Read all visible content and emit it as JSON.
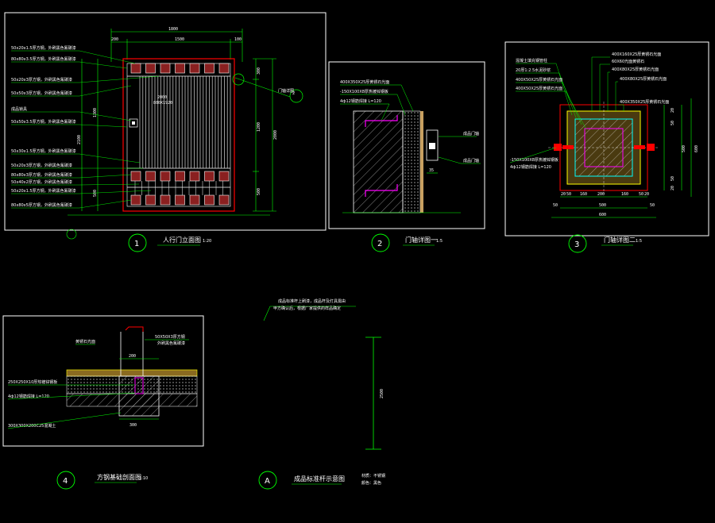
{
  "colors": {
    "background": "#000000",
    "frame": "#ffffff",
    "dimension": "#00ff00",
    "leader": "#00ff00",
    "cut": "#ff0000",
    "hatch": "#ffffff",
    "wood": "#c8a060",
    "yellow": "#ffff00",
    "cyan": "#00ffff",
    "magenta": "#ff00ff"
  },
  "drawing1": {
    "title": "人行门立面图",
    "number": "1",
    "scale": "1:20",
    "dims_top": [
      "1800",
      "200",
      "1500",
      "100"
    ],
    "dims_inner": [
      "2000",
      "800X1920"
    ],
    "dims_right": [
      "300",
      "1200",
      "500",
      "2000"
    ],
    "dims_left": [
      "500",
      "1300",
      "2100"
    ],
    "labels": [
      "50x20x1.5厚方钢，外刷黑色氟碳漆",
      "80x80x3.5厚方钢，外刷黑色氟碳漆",
      "50x20x3厚方钢，外刷黑色氟碳漆",
      "50x50x3厚方钢，外刷黑色氟碳漆",
      "成品锁具",
      "50x50x3.5厚方钢，外刷黑色氟碳漆",
      "50x30x1.5厚方钢，外刷黑色氟碳漆",
      "50x20x3厚方钢，外刷黑色氟碳漆",
      "80x80x3厚方钢，外刷黑色氟碳漆",
      "50x40x2厚方钢，外刷黑色氟碳漆",
      "50x20x1.5厚方钢，外刷黑色氟碳漆",
      "80x80x5厚方钢，外刷黑色氟碳漆"
    ],
    "callout_right": "门轴详图",
    "callout_num": "2"
  },
  "drawing2": {
    "title": "门轴详图一",
    "number": "2",
    "scale": "1:5",
    "labels": [
      "400X350X25厚黄锈石光面",
      "-150X100X8厚热镀锌钢板",
      "4ф12钢筋焊接 L=120"
    ],
    "right_labels": [
      "成品门轴",
      "成品门轴"
    ],
    "dim": "35"
  },
  "drawing3": {
    "title": "门轴详图二",
    "number": "3",
    "scale": "1:5",
    "labels": [
      "400X160X25厚黄锈石光面",
      "60X60光面黄锈石",
      "400X80X25厚黄锈石光面",
      "400X80X25厚黄锈石光面",
      "400X350X25厚黄锈石光面"
    ],
    "left_labels": [
      "混凝土填充钢管柱",
      "20厚1:2.5水泥砂浆",
      "400X50X25厚黄锈石光面",
      "400X50X25厚黄锈石光面"
    ],
    "side_labels": [
      "-150X100X8厚热镀锌钢板",
      "4ф12钢筋焊接 L=120"
    ],
    "dims_bottom": [
      "20",
      "50",
      "160",
      "200",
      "160",
      "50",
      "20",
      "500",
      "600",
      "50",
      "50"
    ],
    "dims_right": [
      "20",
      "50",
      "500",
      "50",
      "20",
      "600"
    ]
  },
  "drawing4": {
    "title": "方钢基础剖面图",
    "number": "4",
    "scale": "1:10",
    "labels": [
      "50X50X3厚方钢",
      "外刷黑色氟碳漆",
      "黄锈石光面",
      "250X250X10厚热镀锌钢板",
      "4ф12钢筋焊接 L=120",
      "300X300X200C25混凝土"
    ],
    "dims": [
      "200",
      "300"
    ]
  },
  "drawingA": {
    "title": "成品标准杆示意图",
    "number": "A",
    "note_lines": [
      "成品标准杆上刷漆，成品杆及灯具需由",
      "甲方确认后，根据厂家提供的样品确定"
    ],
    "dim": "2500",
    "small_lines": [
      "材质：不锈钢",
      "颜色：黑色"
    ]
  }
}
